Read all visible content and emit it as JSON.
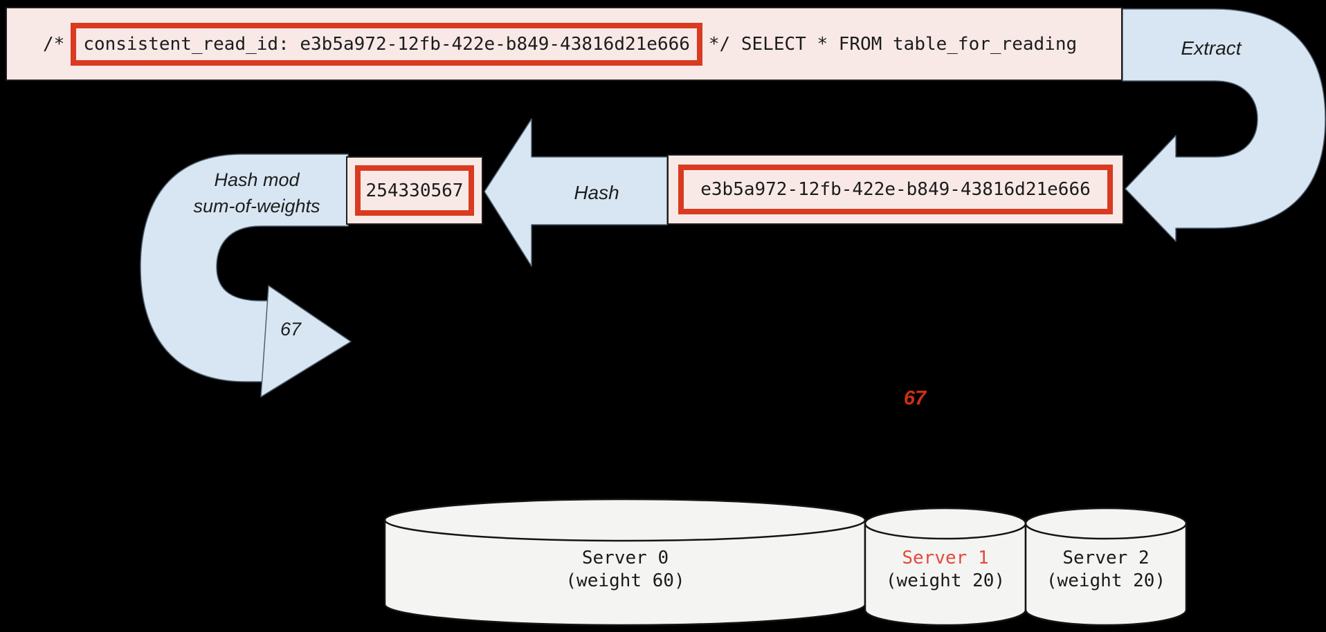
{
  "query_bar": {
    "prefix": "/*",
    "highlighted_comment": "consistent_read_id: e3b5a972-12fb-422e-b849-43816d21e666",
    "suffix": "*/ SELECT * FROM table_for_reading"
  },
  "pipeline": {
    "extract_label": "Extract",
    "read_id": "e3b5a972-12fb-422e-b849-43816d21e666",
    "hash_label": "Hash",
    "hash_value": "254330567",
    "mod_label_line1": "Hash mod",
    "mod_label_line2": "sum-of-weights",
    "mod_result": "67",
    "routed_result": "67"
  },
  "servers": [
    {
      "name": "Server 0",
      "weight_label": "(weight 60)",
      "highlighted": false
    },
    {
      "name": "Server 1",
      "weight_label": "(weight 20)",
      "highlighted": true
    },
    {
      "name": "Server 2",
      "weight_label": "(weight 20)",
      "highlighted": false
    }
  ],
  "colors": {
    "background": "#000000",
    "arrow_blue": "#d8e6f3",
    "box_pink": "#f8e9e6",
    "highlight_red_border": "#d93a20",
    "routed_result_red": "#cc3110",
    "server_highlight_red": "#e24a3c",
    "cylinder_fill": "#f4f4f2"
  }
}
